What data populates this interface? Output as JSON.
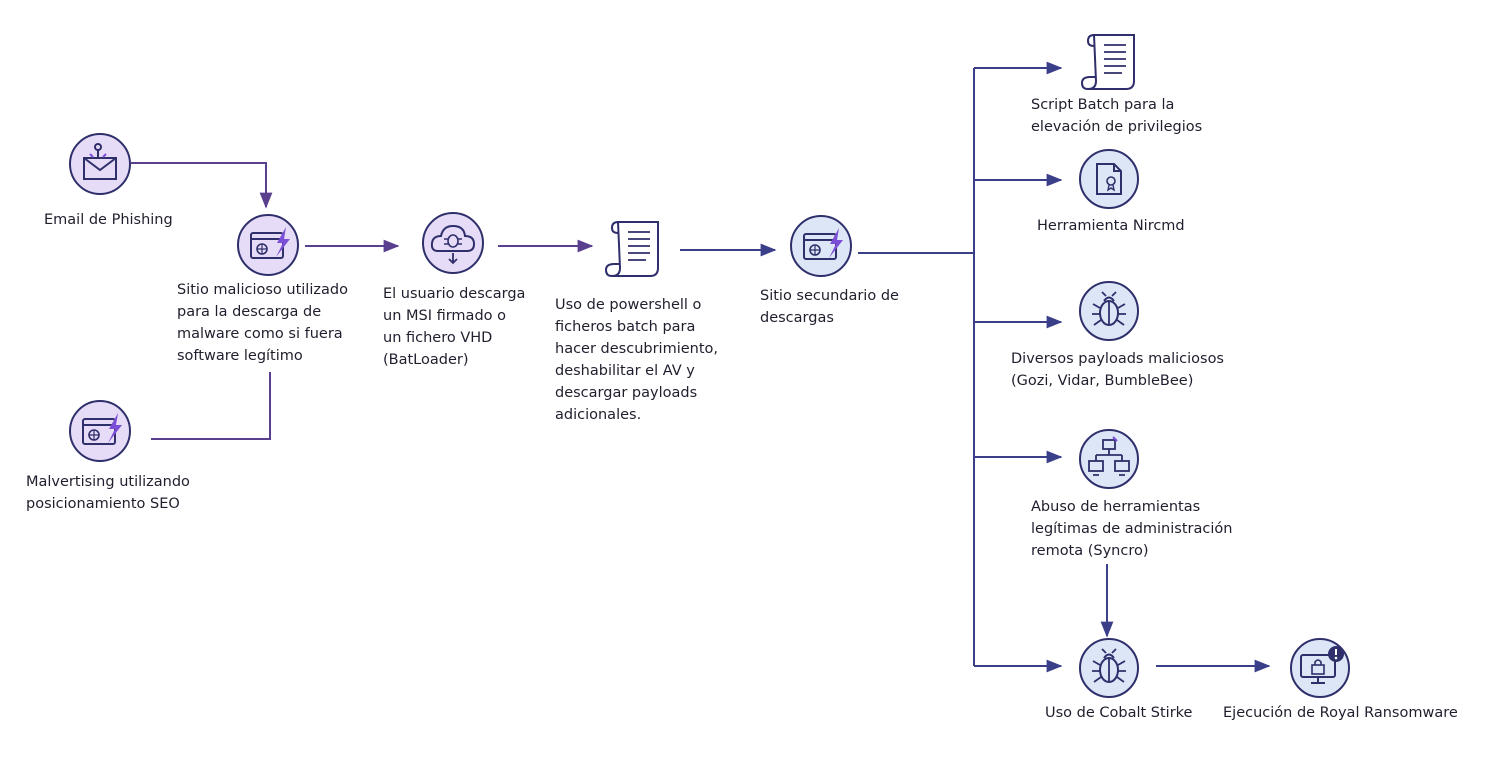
{
  "colors": {
    "purple_line": "#5b3f8f",
    "navy_line": "#3b3f8a",
    "purple_fill": "#e6dcf7",
    "blue_fill": "#dde6f7",
    "icon_stroke": "#2e2f6b",
    "accent": "#7c4dd6"
  },
  "nodes": {
    "email": {
      "icon": "envelope-antenna-icon",
      "label": [
        "Email de Phishing"
      ]
    },
    "malicious_site": {
      "icon": "browser-lightning-icon",
      "label": [
        "Sitio malicioso utilizado",
        "para la descarga de",
        "malware como si fuera",
        "software legítimo"
      ]
    },
    "malvertising": {
      "icon": "browser-lightning-icon",
      "label": [
        "Malvertising utilizando",
        "posicionamiento SEO"
      ]
    },
    "user_download": {
      "icon": "cloud-bug-download-icon",
      "label": [
        "El usuario descarga",
        "un MSI firmado o",
        "un fichero VHD",
        "(BatLoader)"
      ]
    },
    "powershell": {
      "icon": "scroll-icon",
      "label": [
        "Uso de powershell o",
        "ficheros batch para",
        "hacer descubrimiento,",
        "deshabilitar el AV y",
        "descargar payloads",
        "adicionales."
      ]
    },
    "secondary_site": {
      "icon": "browser-lightning-icon",
      "label": [
        "Sitio secundario de",
        "descargas"
      ]
    },
    "script_batch": {
      "icon": "scroll-icon",
      "label": [
        "Script Batch para la",
        "elevación de privilegios"
      ]
    },
    "nircmd": {
      "icon": "certificate-document-icon",
      "label": [
        "Herramienta Nircmd"
      ]
    },
    "payloads": {
      "icon": "bug-icon",
      "label": [
        "Diversos payloads maliciosos",
        "(Gozi, Vidar, BumbleBee)"
      ]
    },
    "remote_admin": {
      "icon": "network-computers-icon",
      "label": [
        "Abuso de herramientas",
        "legítimas de administración",
        "remota (Syncro)"
      ]
    },
    "cobalt": {
      "icon": "bug-icon",
      "label": [
        "Uso de Cobalt Stirke"
      ]
    },
    "ransomware": {
      "icon": "monitor-lock-alert-icon",
      "label": [
        "Ejecución de Royal Ransomware"
      ]
    }
  }
}
